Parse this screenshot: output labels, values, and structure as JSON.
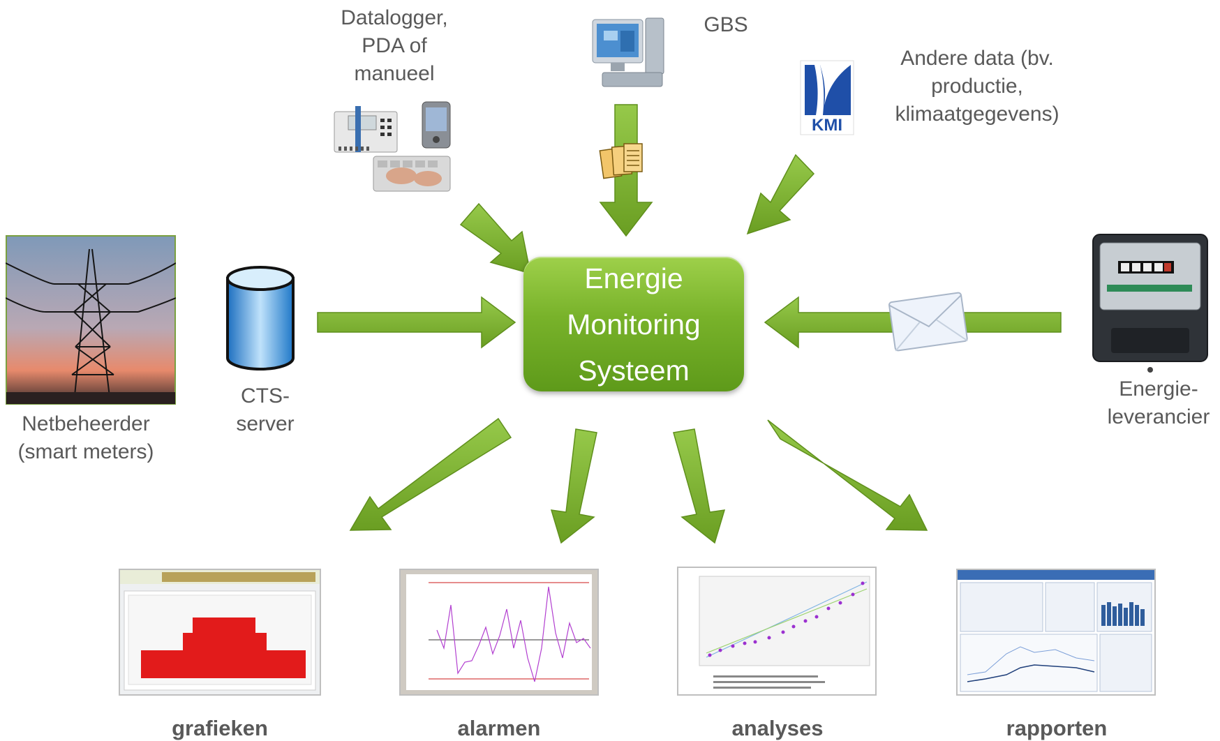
{
  "center": {
    "line1": "Energie",
    "line2": "Monitoring",
    "line3": "Systeem"
  },
  "inputs": {
    "datalogger": [
      "Datalogger,",
      "PDA of",
      "manueel"
    ],
    "gbs": "GBS",
    "andere": [
      "Andere data (bv.",
      "productie,",
      "klimaatgegevens)"
    ],
    "kmi_logo": "KMI",
    "netbeheerder": [
      "Netbeheerder",
      "(smart meters)"
    ],
    "cts": [
      "CTS-",
      "server"
    ],
    "leverancier": [
      "Energie-",
      "leverancier"
    ]
  },
  "outputs": {
    "grafieken": "grafieken",
    "alarmen": "alarmen",
    "analyses": "analyses",
    "rapporten": "rapporten"
  },
  "colors": {
    "arrow": "#7ab02f",
    "box": "#78b22a",
    "text": "#595959"
  },
  "icons": [
    "datalogger-icon",
    "pda-icon",
    "keyboard-icon",
    "computer-icon",
    "documents-icon",
    "kmi-logo",
    "power-pylon-photo",
    "database-icon",
    "envelope-icon",
    "electricity-meter-icon"
  ]
}
